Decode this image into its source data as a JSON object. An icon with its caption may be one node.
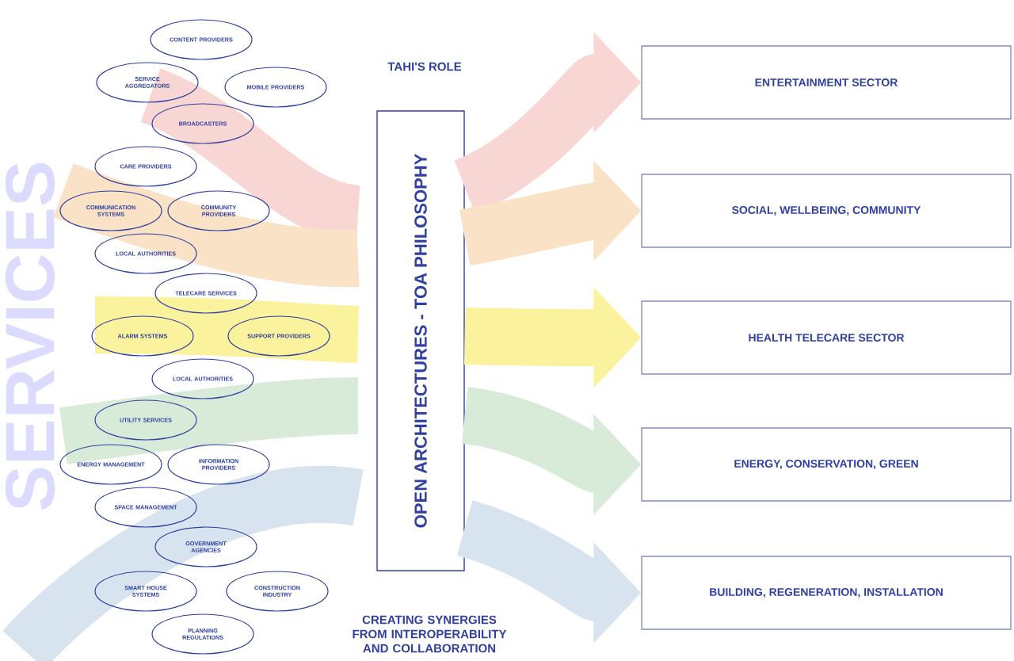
{
  "diagram": {
    "nodes": [
      {
        "text": [
          "CONTENT PROVIDERS"
        ]
      },
      {
        "text": [
          "SERVICE AGGREGATORS"
        ]
      },
      {
        "text": [
          "MOBILE PROVIDERS"
        ]
      },
      {
        "text": [
          "BROADCASTERS"
        ]
      },
      {
        "text": [
          "CARE PROVIDERS"
        ]
      },
      {
        "text": [
          "COMMUNICATION SYSTEMS"
        ]
      },
      {
        "text": [
          "COMMUNITY PROVIDERS"
        ]
      },
      {
        "text": [
          "LOCAL AUTHORITIES"
        ]
      },
      {
        "text": [
          "TELECARE SERVICES"
        ]
      },
      {
        "text": [
          "ALARM SYSTEMS"
        ]
      },
      {
        "text": [
          "SUPPORT PROVIDERS"
        ]
      },
      {
        "text": [
          "LOCAL AUTHORITIES"
        ]
      },
      {
        "text": [
          "UTILITY SERVICES"
        ]
      },
      {
        "text": [
          "ENERGY MANAGEMENT"
        ]
      },
      {
        "text": [
          "INFORMATION PROVIDERS"
        ]
      },
      {
        "text": [
          "SPACE MANAGEMENT"
        ]
      },
      {
        "text": [
          "GOVERNMENT AGENCIES"
        ]
      },
      {
        "text": [
          "SMART HOUSE SYSTEMS"
        ]
      },
      {
        "text": [
          "CONSTRUCTION INDUSTRY"
        ]
      },
      {
        "text": [
          "PLANNING REGULATIONS"
        ]
      },
      {
        "text": [
          "OPEN ARCHITECTURES - TOA PHILOSOPHY"
        ]
      },
      {
        "text": [
          "ENTERTAINMENT SECTOR"
        ]
      },
      {
        "text": [
          "SOCIAL, WELLBEING, COMMUNITY"
        ]
      },
      {
        "text": [
          "HEALTH TELECARE SECTOR"
        ]
      },
      {
        "text": [
          "ENERGY, CONSERVATION, GREEN"
        ]
      },
      {
        "text": [
          "BUILDING, REGENERATION, INSTALLATION"
        ]
      }
    ],
    "edges": [
      {
        "from": 20,
        "to": 21,
        "arrow": "to",
        "color": "#f8d6d3"
      },
      {
        "from": 20,
        "to": 22,
        "arrow": "to",
        "color": "#fae2c6"
      },
      {
        "from": 20,
        "to": 23,
        "arrow": "to",
        "color": "#faf29c"
      },
      {
        "from": 20,
        "to": 24,
        "arrow": "to",
        "color": "#d8ebd8"
      },
      {
        "from": 20,
        "to": 25,
        "arrow": "to",
        "color": "#d8e3f0"
      }
    ],
    "labels": [
      "SERVICES",
      "TAHI'S ROLE",
      "CREATING SYNERGIES FROM INTEROPERABILITY AND COLLABORATION"
    ]
  }
}
